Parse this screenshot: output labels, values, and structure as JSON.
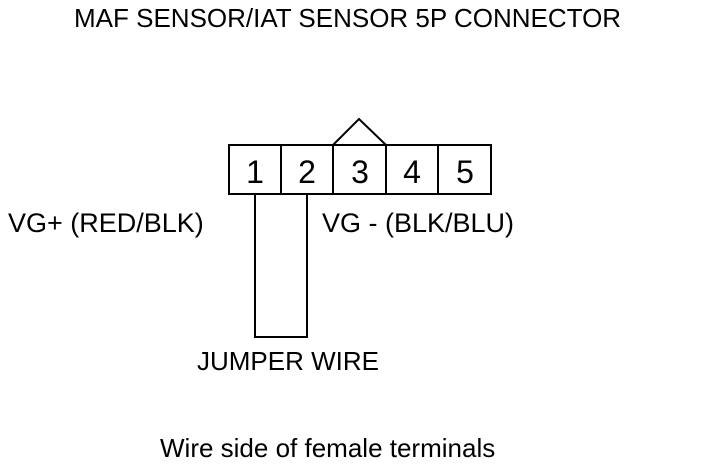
{
  "title": "MAF SENSOR/IAT SENSOR 5P CONNECTOR",
  "terminals": [
    "1",
    "2",
    "3",
    "4",
    "5"
  ],
  "labels": {
    "vg_plus": "VG+  (RED/BLK)",
    "vg_minus": "VG -  (BLK/BLU)",
    "jumper": "JUMPER WIRE"
  },
  "caption": "Wire side of female terminals",
  "colors": {
    "line": "#000000",
    "background": "#ffffff"
  }
}
